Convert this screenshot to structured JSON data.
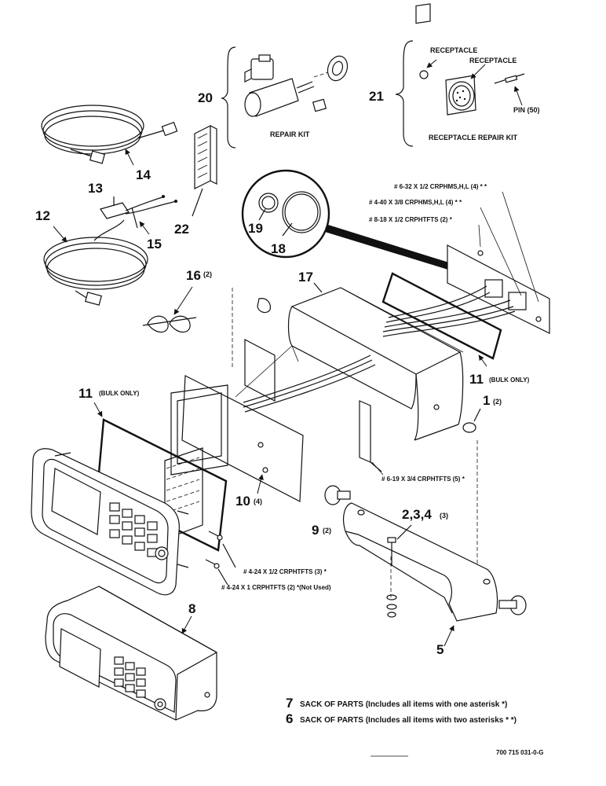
{
  "callouts": {
    "c1": "1",
    "c1_qty": "(2)",
    "c234": "2,3,4",
    "c234_qty": "(3)",
    "c5": "5",
    "c8": "8",
    "c9": "9",
    "c9_qty": "(2)",
    "c10": "10",
    "c10_qty": "(4)",
    "c11a": "11",
    "c11a_note": "(BULK ONLY)",
    "c11b": "11",
    "c11b_note": "(BULK ONLY)",
    "c12": "12",
    "c13": "13",
    "c14": "14",
    "c15": "15",
    "c16": "16",
    "c16_qty": "(2)",
    "c17": "17",
    "c18": "18",
    "c19": "19",
    "c20": "20",
    "c21": "21",
    "c22": "22"
  },
  "labels": {
    "repair_kit": "REPAIR KIT",
    "receptacle_small": "RECEPTACLE",
    "receptacle_large": "RECEPTACLE",
    "pin": "PIN (50)",
    "receptacle_repair_kit": "RECEPTACLE REPAIR KIT",
    "screw_632": "# 6-32 X 1/2 CRPHMS,H,L (4) * *",
    "screw_440": "# 4-40 X 3/8 CRPHMS,H,L (4) * *",
    "screw_818": "# 8-18 X 1/2 CRPHTFTS (2) *",
    "screw_619": "# 6-19 X 3/4 CRPHTFTS (5) *",
    "screw_424a": "# 4-24 X 1/2 CRPHTFTS (3) *",
    "screw_424b": "# 4-24 X 1 CRPHTFTS (2) *(Not Used)"
  },
  "notes": {
    "n7_num": "7",
    "n7_text": "SACK OF PARTS (Includes all items with one asterisk *)",
    "n6_num": "6",
    "n6_text": "SACK OF PARTS (Includes all items with two asterisks * *)",
    "drawing_number": "700 715 031-0-G"
  },
  "icons": [
    "cable-icon",
    "connector-icon",
    "circuit-board-icon",
    "enclosure-icon",
    "bracket-icon",
    "gasket-icon",
    "display-module-icon",
    "indicator-head-icon"
  ]
}
